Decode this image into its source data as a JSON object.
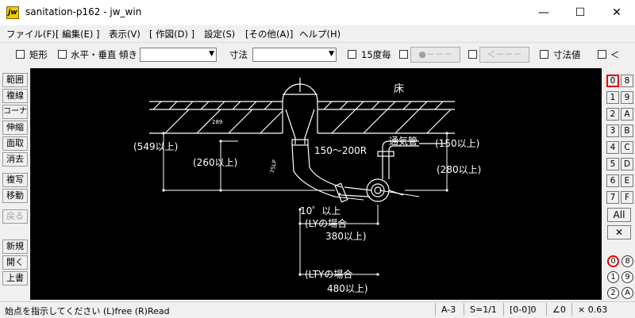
{
  "window": {
    "title": "sanitation-p162 - jw_win",
    "app_icon": "jw",
    "minimize": "—",
    "maximize": "☐",
    "close": "✕"
  },
  "menu": [
    "ファイル(F)",
    "[ 編集(E) ]",
    "表示(V)",
    "[ 作図(D) ]",
    "設定(S)",
    "[その他(A)]",
    "ヘルプ(H)"
  ],
  "toolbar": {
    "rect_label": "矩形",
    "hv_label": "水平・垂直",
    "angle_label": "傾き",
    "angle_value": "",
    "dim_label": "寸法",
    "dim_value": "",
    "deg15_label": "15度毎",
    "btn_point": "●－－－",
    "btn_arrow": "＜－－－",
    "dimval_label": "寸法値",
    "lt_label": "＜"
  },
  "left_tools": [
    "範囲",
    "複線",
    "コーナー",
    "伸縮",
    "面取",
    "消去",
    "複写",
    "移動",
    "戻る",
    "新規",
    "開く",
    "上書"
  ],
  "right_layers": [
    [
      "0",
      "8"
    ],
    [
      "1",
      "9"
    ],
    [
      "2",
      "A"
    ],
    [
      "3",
      "B"
    ],
    [
      "4",
      "C"
    ],
    [
      "5",
      "D"
    ],
    [
      "6",
      "E"
    ],
    [
      "7",
      "F"
    ]
  ],
  "right_all": "All",
  "right_x": "✕",
  "right_groups": [
    [
      "0",
      "8"
    ],
    [
      "1",
      "9"
    ],
    [
      "2",
      "A"
    ]
  ],
  "drawing": {
    "floor": "床",
    "vent": "通気管",
    "dim_549": "(549以上)",
    "dim_260": "(260以上)",
    "radius": "150～200R",
    "dim_150": "(150以上)",
    "dim_280": "(280以上)",
    "angle": "10゜以上",
    "ly_case": "(LYの場合",
    "ly_value": "380以上)",
    "lty_case": "(LTYの場合",
    "lty_value": "480以上)",
    "small_289": "289",
    "small_75lp": "75LP"
  },
  "status": {
    "message": "始点を指示してください (L)free (R)Read",
    "paper": "A-3",
    "scale": "S=1/1",
    "layer": "[0-0]0",
    "angle": "∠0",
    "zoom": "× 0.63"
  }
}
